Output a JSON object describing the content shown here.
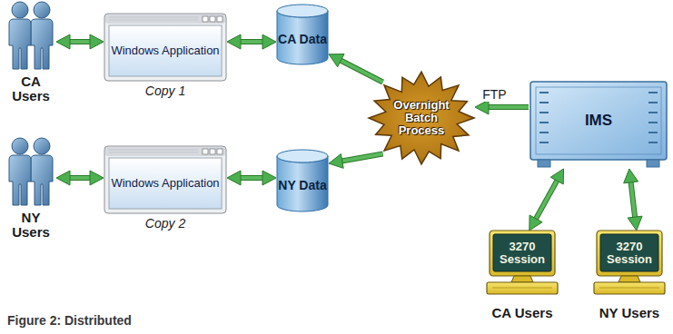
{
  "diagram": {
    "caption": "Figure 2: Distributed",
    "nodes": [
      {
        "text": [
          "CA Users"
        ]
      },
      {
        "text": [
          "Windows Application",
          "Copy 1"
        ]
      },
      {
        "text": [
          "CA Data"
        ]
      },
      {
        "text": [
          "Overnight Batch Process"
        ]
      },
      {
        "text": [
          "IMS"
        ]
      },
      {
        "text": [
          "NY Users"
        ]
      },
      {
        "text": [
          "Windows Application",
          "Copy 2"
        ]
      },
      {
        "text": [
          "NY Data"
        ]
      },
      {
        "text": [
          "3270 Session",
          "CA Users"
        ]
      },
      {
        "text": [
          "3270 Session",
          "NY Users"
        ]
      }
    ],
    "edges": [
      {
        "from": 0,
        "to": 1,
        "arrow": "both"
      },
      {
        "from": 1,
        "to": 2,
        "arrow": "both"
      },
      {
        "from": 3,
        "to": 2,
        "arrow": "to"
      },
      {
        "from": 4,
        "to": 3,
        "label": "FTP",
        "arrow": "to"
      },
      {
        "from": 3,
        "to": 7,
        "arrow": "to"
      },
      {
        "from": 5,
        "to": 6,
        "arrow": "both"
      },
      {
        "from": 6,
        "to": 7,
        "arrow": "both"
      },
      {
        "from": 4,
        "to": 8,
        "arrow": "both"
      },
      {
        "from": 4,
        "to": 9,
        "arrow": "both"
      }
    ]
  }
}
